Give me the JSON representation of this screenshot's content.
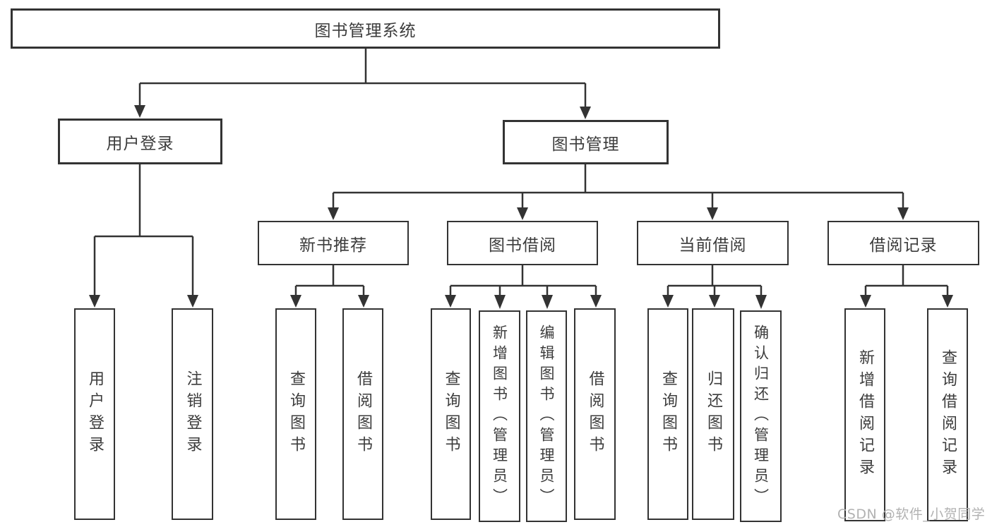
{
  "diagram": {
    "type": "hierarchy-tree",
    "watermark": "CSDN @软件_小贺同学",
    "colors": {
      "line": "#333333",
      "box_border": "#333333",
      "text": "#3c3c3c",
      "background": "#ffffff",
      "watermark": "#b2b2b2"
    }
  },
  "nodes": {
    "root": {
      "label": "图书管理系统"
    },
    "user_login": {
      "label": "用户登录",
      "children": {
        "login": {
          "label": "用户登录"
        },
        "logout": {
          "label": "注销登录"
        }
      }
    },
    "book_mgmt": {
      "label": "图书管理",
      "children": {
        "new_book_rec": {
          "label": "新书推荐",
          "children": {
            "query_books": {
              "label": "查询图书"
            },
            "borrow_books": {
              "label": "借阅图书"
            }
          }
        },
        "book_borrow": {
          "label": "图书借阅",
          "children": {
            "query_books": {
              "label": "查询图书"
            },
            "add_books": {
              "label": "新增图书（管理员）"
            },
            "edit_books": {
              "label": "编辑图书（管理员）"
            },
            "borrow_books": {
              "label": "借阅图书"
            }
          }
        },
        "current_borrow": {
          "label": "当前借阅",
          "children": {
            "query_books": {
              "label": "查询图书"
            },
            "return_books": {
              "label": "归还图书"
            },
            "confirm_return": {
              "label": "确认归还（管理员）"
            }
          }
        },
        "borrow_records": {
          "label": "借阅记录",
          "children": {
            "add_record": {
              "label": "新增借阅记录"
            },
            "query_record": {
              "label": "查询借阅记录"
            }
          }
        }
      }
    }
  }
}
